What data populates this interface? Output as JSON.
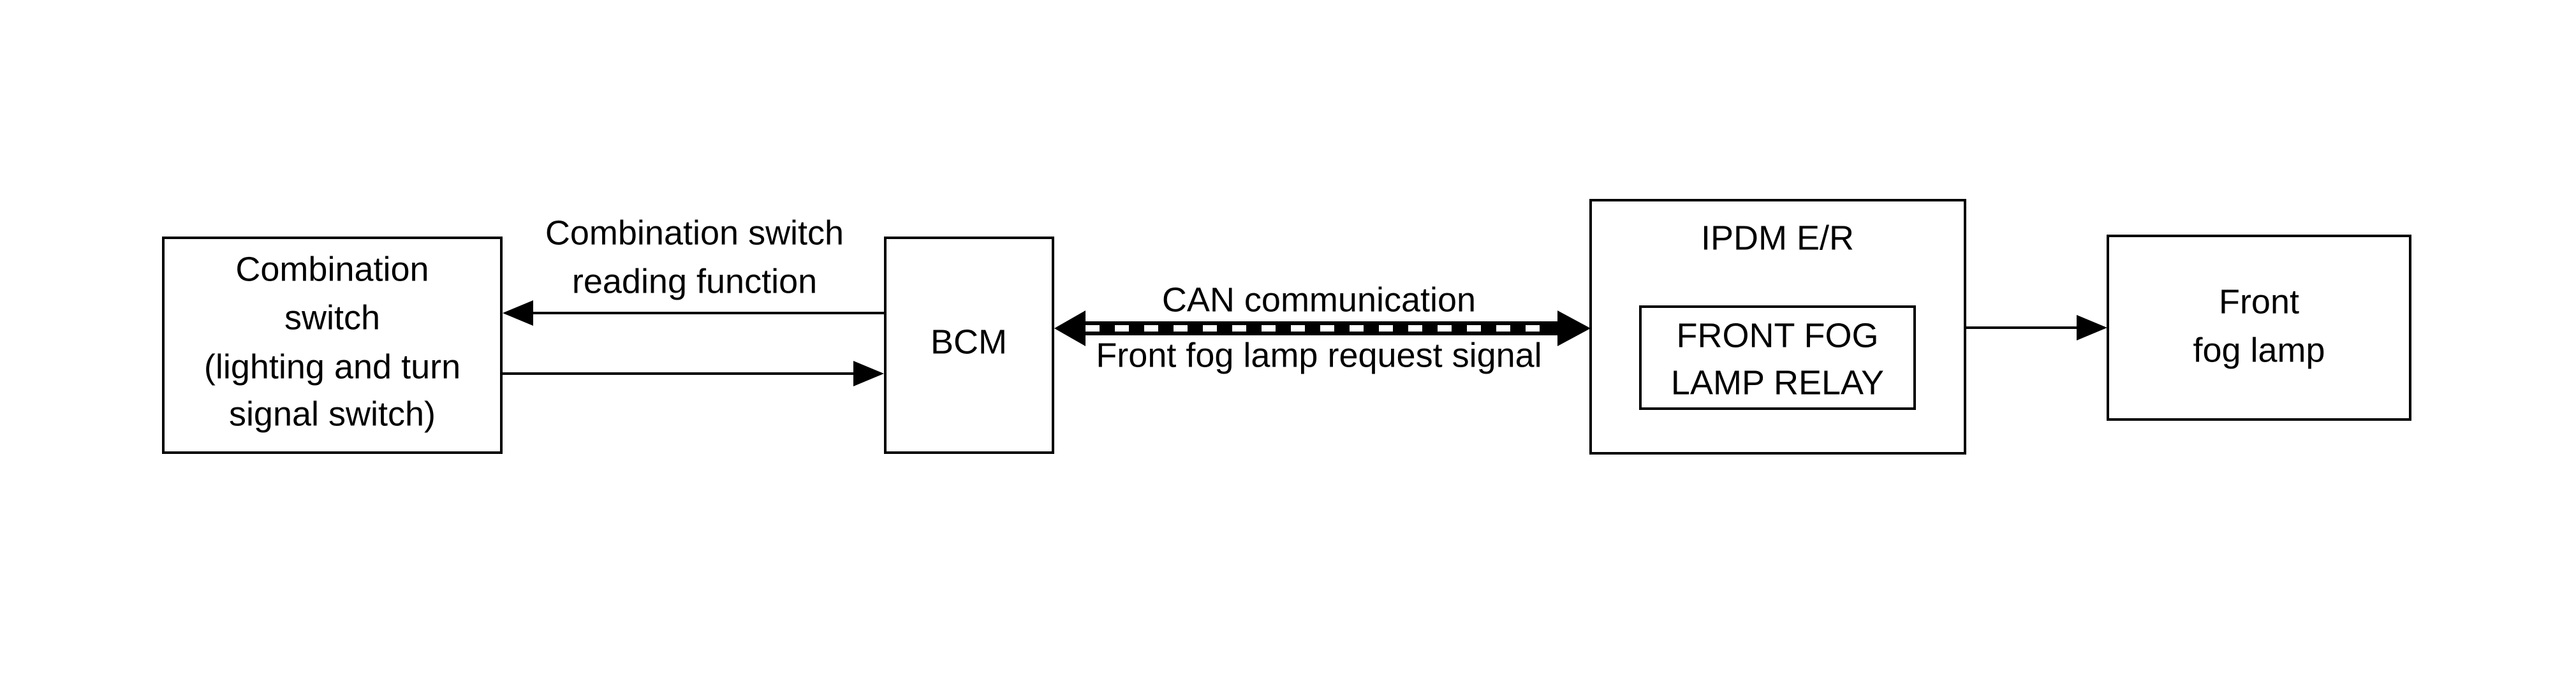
{
  "nodes": {
    "combination_switch": {
      "lines": [
        "Combination",
        "switch",
        "(lighting and turn",
        "signal switch)"
      ]
    },
    "bcm": {
      "lines": [
        "BCM"
      ]
    },
    "ipdm": {
      "title": "IPDM E/R",
      "relay": {
        "lines": [
          "FRONT FOG",
          "LAMP RELAY"
        ]
      }
    },
    "front_fog_lamp": {
      "lines": [
        "Front",
        "fog lamp"
      ]
    }
  },
  "links": {
    "switch_reading": {
      "lines": [
        "Combination switch",
        "reading function"
      ]
    },
    "can": {
      "top": "CAN communication",
      "bottom": "Front fog lamp request signal"
    }
  },
  "colors": {
    "line": "#000000",
    "background": "#ffffff"
  }
}
